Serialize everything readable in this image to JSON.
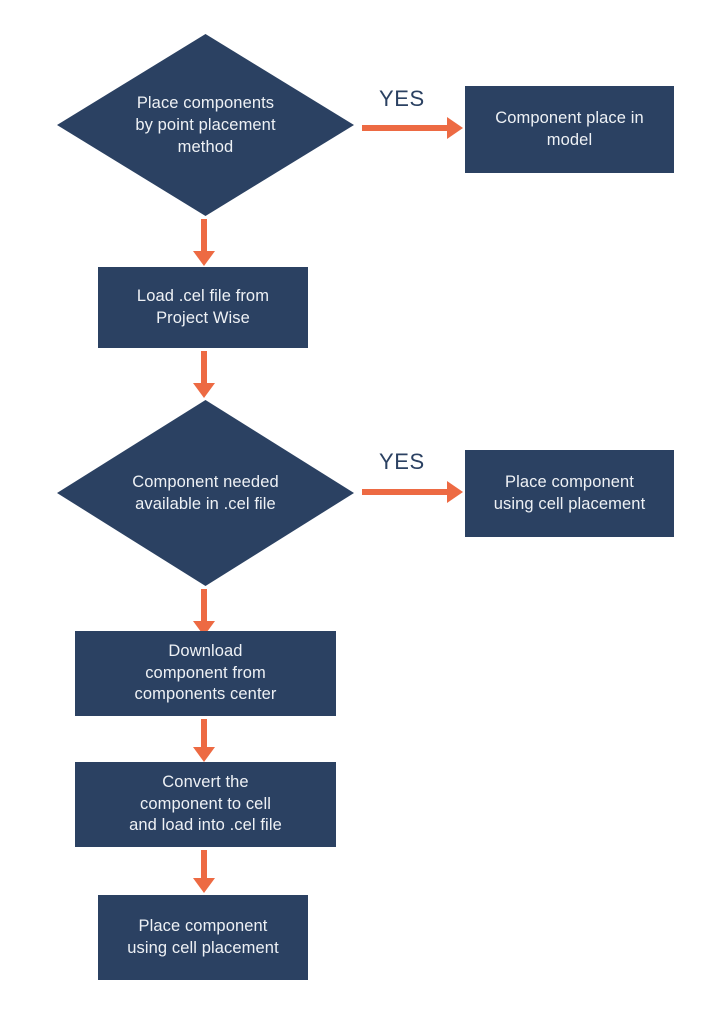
{
  "diagram": {
    "title": "Component placement workflow flowchart",
    "colors": {
      "node_fill": "#2b4162",
      "node_text": "#eef1f5",
      "arrow": "#ed6a43",
      "label_text": "#2b4162",
      "background": "#ffffff"
    },
    "nodes": [
      {
        "id": "decision-point-placement",
        "shape": "diamond",
        "text": "Place components\nby point placement\nmethod"
      },
      {
        "id": "component-placed-in-model",
        "shape": "rectangle",
        "text": "Component place in\nmodel"
      },
      {
        "id": "load-cel-file",
        "shape": "rectangle",
        "text": "Load .cel file from\nProject Wise"
      },
      {
        "id": "decision-component-available",
        "shape": "diamond",
        "text": "Component needed\navailable in .cel file"
      },
      {
        "id": "place-component-cell-1",
        "shape": "rectangle",
        "text": "Place component\nusing cell placement"
      },
      {
        "id": "download-component",
        "shape": "rectangle",
        "text": "Download\ncomponent from\ncomponents center"
      },
      {
        "id": "convert-component",
        "shape": "rectangle",
        "text": "Convert the\ncomponent to cell\nand load into .cel file"
      },
      {
        "id": "place-component-cell-2",
        "shape": "rectangle",
        "text": "Place component\nusing cell placement"
      }
    ],
    "edge_labels": {
      "yes_top": "YES",
      "yes_middle": "YES"
    }
  }
}
